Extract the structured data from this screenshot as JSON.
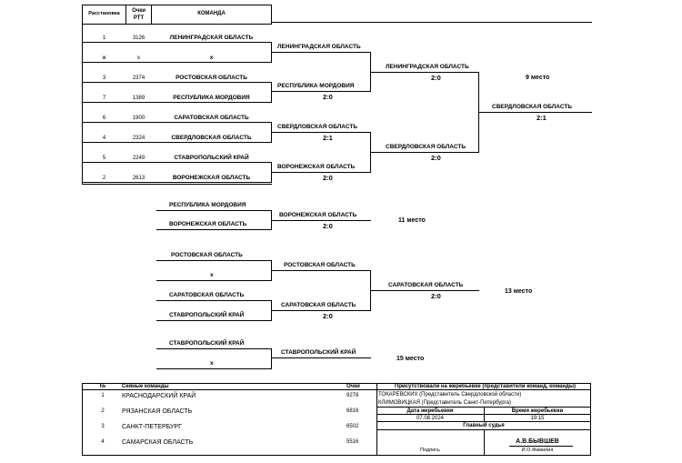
{
  "header": {
    "seed": "Расстановка",
    "points": "Очки\nРТТ",
    "team": "КОМАНДА"
  },
  "seeds": [
    {
      "seed": "1",
      "pts": "3126",
      "team": "ЛЕНИНГРАДСКАЯ ОБЛАСТЬ"
    },
    {
      "seed": "ж",
      "pts": "х",
      "team": "х"
    },
    {
      "seed": "3",
      "pts": "2374",
      "team": "РОСТОВСКАЯ ОБЛАСТЬ"
    },
    {
      "seed": "7",
      "pts": "1389",
      "team": "РЕСПУБЛИКА МОРДОВИЯ"
    },
    {
      "seed": "6",
      "pts": "1900",
      "team": "САРАТОВСКАЯ ОБЛАСТЬ"
    },
    {
      "seed": "4",
      "pts": "2324",
      "team": "СВЕРДЛОВСКАЯ ОБЛАСТЬ"
    },
    {
      "seed": "5",
      "pts": "2249",
      "team": "СТАВРОПОЛЬСКИЙ КРАЙ"
    },
    {
      "seed": "2",
      "pts": "2613",
      "team": "ВОРОНЕЖСКАЯ ОБЛАСТЬ"
    }
  ],
  "r2": [
    {
      "team": "ЛЕНИНГРАДСКАЯ ОБЛАСТЬ",
      "score": ""
    },
    {
      "team": "РЕСПУБЛИКА МОРДОВИЯ",
      "score": "2:0"
    },
    {
      "team": "СВЕРДЛОВСКАЯ ОБЛАСТЬ",
      "score": "2:1"
    },
    {
      "team": "ВОРОНЕЖСКАЯ ОБЛАСТЬ",
      "score": "2:0"
    }
  ],
  "r3": [
    {
      "team": "ЛЕНИНГРАДСКАЯ ОБЛАСТЬ",
      "score": "2:0"
    },
    {
      "team": "СВЕРДЛОВСКАЯ ОБЛАСТЬ",
      "score": "2:0"
    }
  ],
  "final": {
    "team": "СВЕРДЛОВСКАЯ ОБЛАСТЬ",
    "score": "2:1",
    "place": "9 место"
  },
  "p11": {
    "a": "РЕСПУБЛИКА МОРДОВИЯ",
    "b": "ВОРОНЕЖСКАЯ ОБЛАСТЬ",
    "winner": "ВОРОНЕЖСКАЯ ОБЛАСТЬ",
    "score": "2:0",
    "place": "11 место"
  },
  "p13": {
    "a1": "РОСТОВСКАЯ ОБЛАСТЬ",
    "a2": "х",
    "aw": "РОСТОВСКАЯ ОБЛАСТЬ",
    "b1": "САРАТОВСКАЯ ОБЛАСТЬ",
    "b2": "СТАВРОПОЛЬСКИЙ КРАЙ",
    "bw": "САРАТОВСКАЯ ОБЛАСТЬ",
    "bscore": "2:0",
    "winner": "САРАТОВСКАЯ ОБЛАСТЬ",
    "score": "2:0",
    "place": "13 место"
  },
  "p15": {
    "a": "СТАВРОПОЛЬСКИЙ КРАЙ",
    "b": "х",
    "winner": "СТАВРОПОЛЬСКИЙ КРАЙ",
    "place": "15 место"
  },
  "bottom": {
    "h_no": "№",
    "h_team": "Сеяные команды",
    "h_pts": "Очки",
    "rows": [
      {
        "no": "1",
        "team": "КРАСНОДАРСКИЙ КРАЙ",
        "pts": "9278"
      },
      {
        "no": "2",
        "team": "РЯЗАНСКАЯ ОБЛАСТЬ",
        "pts": "6816"
      },
      {
        "no": "3",
        "team": "САНКТ-ПЕТЕРБУРГ",
        "pts": "6502"
      },
      {
        "no": "4",
        "team": "САМАРСКАЯ ОБЛАСТЬ",
        "pts": "5516"
      }
    ],
    "attend_title": "Присутствовали на жеребьевке (представители команд, команды)",
    "attend_1": "ТОКАРЕВСКИХ (Представитель Свердловской области)",
    "attend_2": "КЛИМОВИЦКАЯ (Представитель Санкт-Петербурга)",
    "date_label": "Дата жеребьевки",
    "time_label": "Время жеребьевки",
    "date": "07.08.2024",
    "time": "19:15",
    "judge_label": "Главный судья",
    "judge_name": "А.В.БЫВШЕВ",
    "sign": "Подпись",
    "fio": "И.О.Фамилия"
  }
}
